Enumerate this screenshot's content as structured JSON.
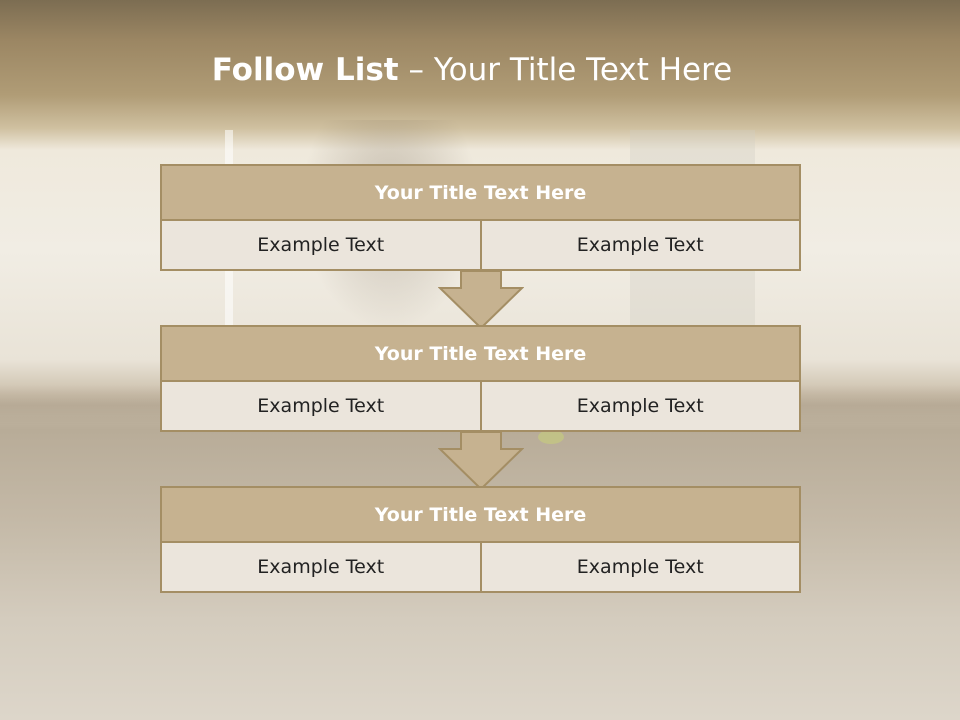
{
  "title": {
    "bold": "Follow List",
    "rest": " – Your Title Text Here"
  },
  "blocks": [
    {
      "heading": "Your Title Text Here",
      "left": "Example Text",
      "right": "Example Text"
    },
    {
      "heading": "Your Title Text Here",
      "left": "Example Text",
      "right": "Example Text"
    },
    {
      "heading": "Your Title Text Here",
      "left": "Example Text",
      "right": "Example Text"
    }
  ],
  "colors": {
    "header_fill": "#c6b290",
    "border": "#a48e64",
    "cell_fill": "#ebe5dc",
    "arrow_fill": "#c6b290"
  }
}
